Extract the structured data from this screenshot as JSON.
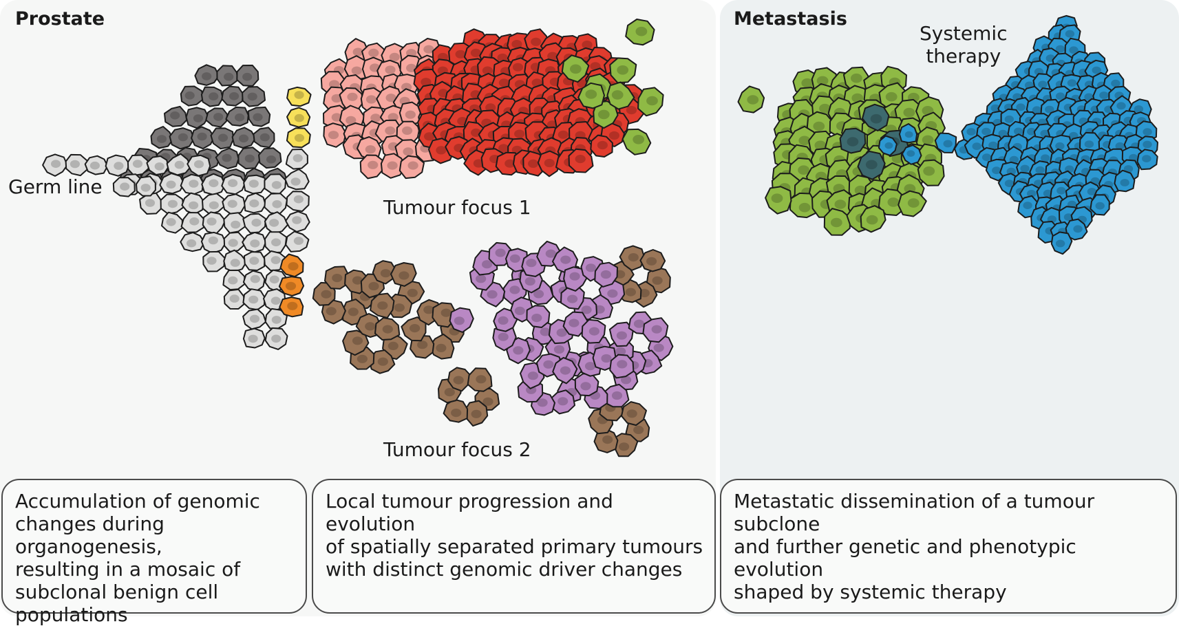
{
  "panels": {
    "prostate": {
      "title": "Prostate",
      "germ_line_label": "Germ line",
      "tumour_focus_1_label": "Tumour focus 1",
      "tumour_focus_2_label": "Tumour focus 2"
    },
    "metastasis": {
      "title": "Metastasis",
      "therapy_label": "Systemic\ntherapy"
    }
  },
  "captions": [
    "Accumulation of genomic\nchanges during organogenesis,\nresulting in a mosaic of\nsubclonal benign cell\npopulations",
    "Local tumour progression and evolution\nof spatially separated primary tumours\nwith  distinct genomic driver changes",
    "Metastatic dissemination of a tumour subclone\nand further genetic and phenotypic evolution\nshaped by systemic therapy"
  ],
  "cell_colors": {
    "dark_grey": "#7a7777",
    "light_grey": "#dededd",
    "yellow": "#f7e05a",
    "orange": "#f08a26",
    "pink": "#f6a8a0",
    "red": "#e03c2e",
    "green": "#8fba45",
    "brown": "#9a7658",
    "purple": "#b988c4",
    "blue": "#2c98d2",
    "dark_teal": "#3d6a6f"
  }
}
